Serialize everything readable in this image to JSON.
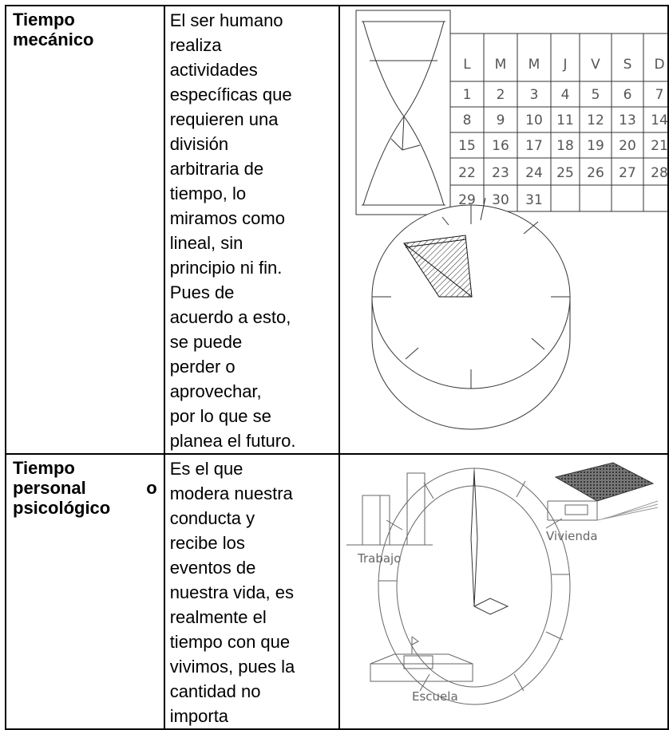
{
  "rows": [
    {
      "term_lines": [
        "Tiempo",
        "mecánico"
      ],
      "description_lines": [
        "El ser humano",
        "realiza",
        "actividades",
        "específicas que",
        "requieren una",
        "división",
        "arbitraria de",
        "tiempo, lo",
        "miramos como",
        "lineal, sin",
        "principio ni fin.",
        "Pues de",
        "acuerdo a esto,",
        "se puede",
        "perder o",
        "aprovechar,",
        "por lo que se",
        "planea el futuro."
      ],
      "figure": {
        "calendar": {
          "days_header": [
            "L",
            "M",
            "M",
            "J",
            "V",
            "S",
            "D"
          ],
          "weeks": [
            [
              "1",
              "2",
              "3",
              "4",
              "5",
              "6",
              "7"
            ],
            [
              "8",
              "9",
              "10",
              "11",
              "12",
              "13",
              "14"
            ],
            [
              "15",
              "16",
              "17",
              "18",
              "19",
              "20",
              "21"
            ],
            [
              "22",
              "23",
              "24",
              "25",
              "26",
              "27",
              "28"
            ],
            [
              "29",
              "30",
              "31",
              "",
              "",
              "",
              ""
            ]
          ]
        }
      }
    },
    {
      "term_lines": [
        "Tiempo",
        "personal o",
        "psicológico"
      ],
      "description_lines": [
        "Es el que",
        "modera nuestra",
        "conducta y",
        "recibe los",
        "eventos de",
        "nuestra vida, es",
        "realmente el",
        "tiempo con que",
        "vivimos, pues la",
        "cantidad no",
        "importa"
      ],
      "figure": {
        "labels": {
          "work": "Trabajo",
          "home": "Vivienda",
          "school": "Escuela"
        }
      }
    }
  ]
}
